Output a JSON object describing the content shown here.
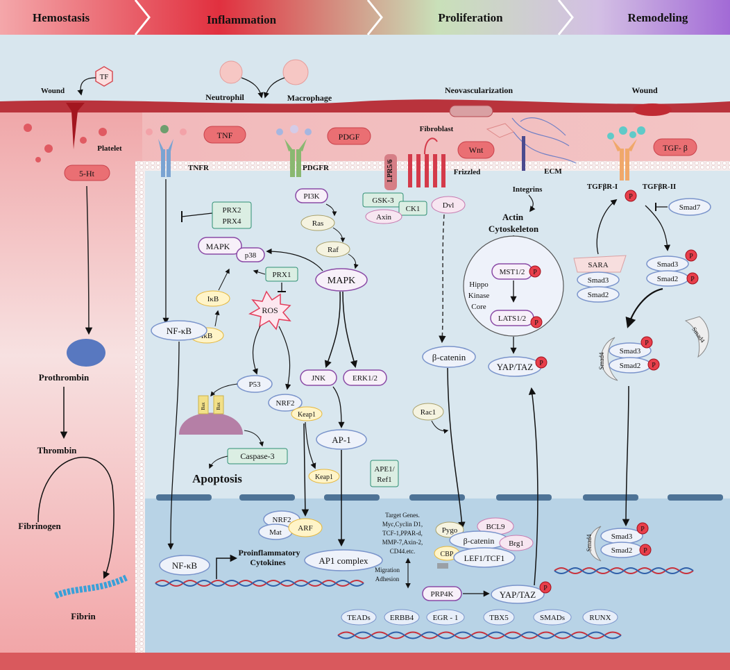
{
  "phases": [
    "Hemostasis",
    "Inflammation",
    "Proliferation",
    "Remodeling"
  ],
  "hemostasis": {
    "wound": "Wound",
    "tf": "TF",
    "platelet": "Platelet",
    "ht": "5-Ht",
    "prothrombin": "Prothrombin",
    "thrombin": "Thrombin",
    "fibrinogen": "Fibrinogen",
    "fibrin": "Fibrin"
  },
  "inflammation": {
    "neutrophil": "Neutrophil",
    "macrophage": "Macrophage",
    "tnf": "TNF",
    "tnfr": "TNFR",
    "pdgf": "PDGF",
    "pdgfr": "PDGFR",
    "prx2": "PRX2",
    "prx4": "PRX4",
    "prx1": "PRX1",
    "mapk_left": "MAPK",
    "p38": "p38",
    "ikb1": "IκB",
    "ikb2": "IκB",
    "nfkb": "NF-κB",
    "nfkb_nuc": "NF-κB",
    "ros": "ROS",
    "p53": "P53",
    "bax": "Bax",
    "caspase": "Caspase-3",
    "apoptosis": "Apoptosis",
    "nrf2": "NRF2",
    "keap1": "Keap1",
    "keap1b": "Keap1",
    "pi3k": "PI3K",
    "ras": "Ras",
    "raf": "Raf",
    "mapk": "MAPK",
    "jnk": "JNK",
    "erk": "ERK1/2",
    "ap1": "AP-1",
    "ape1": "APE1/",
    "ref1": "Ref1",
    "nrf2_nuc": "NRF2",
    "mat": "Mat",
    "arf": "ARF",
    "cytokines1": "Proinflammatory",
    "cytokines2": "Cytokines",
    "ap1complex": "AP1 complex"
  },
  "proliferation": {
    "neovascularization": "Neovascularization",
    "fibroblast": "Fibroblast",
    "lpr": "LPR5/6",
    "wnt": "Wnt",
    "frizzled": "Frizzled",
    "ecm": "ECM",
    "integrins": "Integrins",
    "gsk3": "GSK-3",
    "ck1": "CK1",
    "axin": "Axin",
    "dvl": "Dvl",
    "actin1": "Actin",
    "actin2": "Cytoskeleton",
    "mst": "MST1/2",
    "lats": "LATS1/2",
    "hippo1": "Hippo",
    "hippo2": "Kinase",
    "hippo3": "Core",
    "bcatenin": "β-catenin",
    "yaptaz": "YAP/TAZ",
    "rac1": "Rac1",
    "target": [
      "Target Genes.",
      "Myc,Cyclin D1,",
      "TCF-1,PPAR-d,",
      "MMP-7,Axin-2,",
      "CD44.etc."
    ],
    "migration": "Migration",
    "adhesion": "Adhesion",
    "pygo": "Pygo",
    "bcl9": "BCL9",
    "bcat_nuc": "β-catenin",
    "brg1": "Brg1",
    "cbp": "CBP",
    "lef": "LEF1/TCF1",
    "prp4k": "PRP4K",
    "yaptaz_nuc": "YAP/TAZ",
    "genes": [
      "TEADs",
      "ERBB4",
      "EGR - 1",
      "TBX5",
      "SMADs",
      "RUNX"
    ]
  },
  "remodeling": {
    "wound": "Wound",
    "tgfb": "TGF- β",
    "tgfbr1": "TGFβR-I",
    "tgfbr2": "TGFβR-II",
    "smad7": "Smad7",
    "sara": "SARA",
    "smad3": "Smad3",
    "smad2": "Smad2",
    "smad4": "Smad4"
  },
  "phospho": "P"
}
